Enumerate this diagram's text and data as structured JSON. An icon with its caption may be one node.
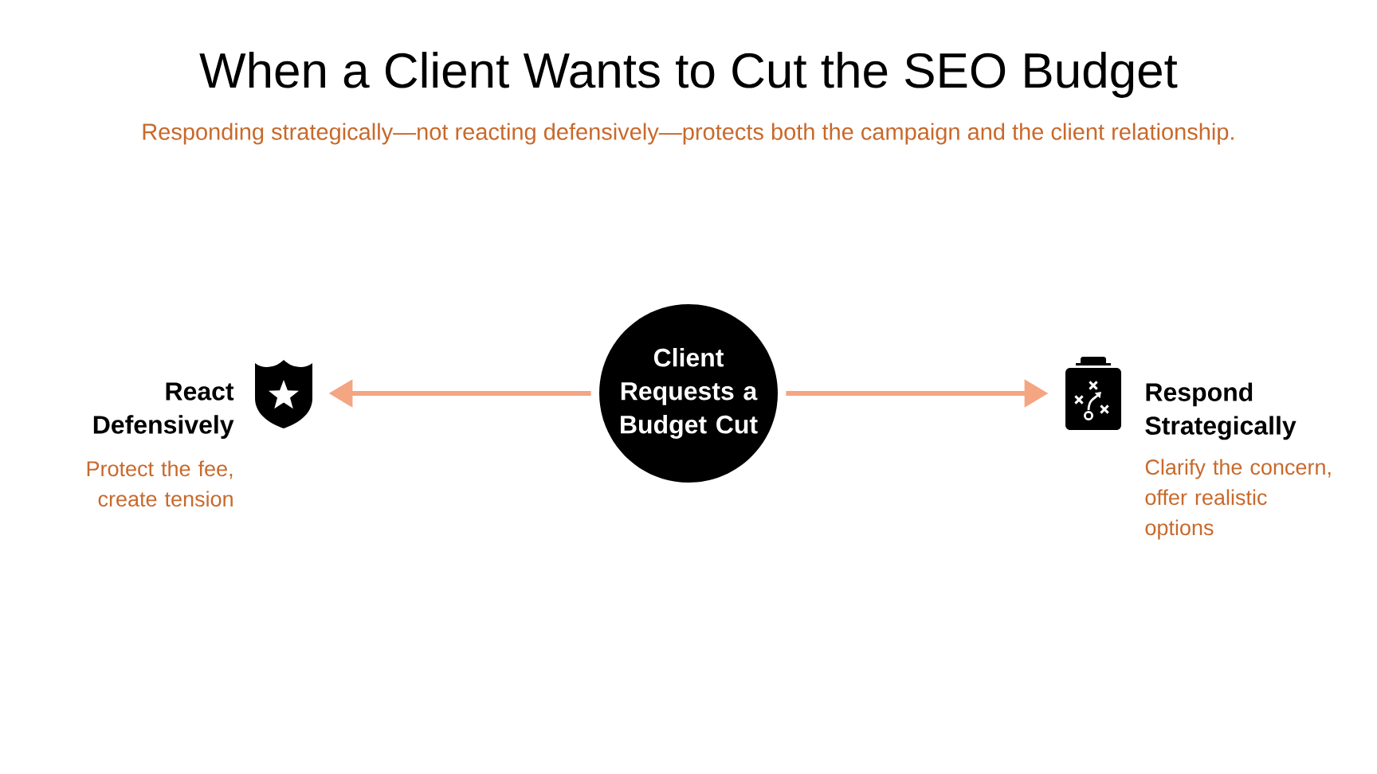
{
  "diagram": {
    "title": "When a Client Wants to Cut the SEO Budget",
    "nodes": [
      {
        "text": [],
        "shape": "picture",
        "beside": [
          "React Defensively",
          "Protect the fee, create tension"
        ]
      },
      {
        "text": [
          "Client Requests a Budget Cut"
        ]
      },
      {
        "text": [],
        "shape": "picture",
        "beside": [
          "Respond Strategically",
          "Clarify the concern, offer realistic options"
        ]
      }
    ],
    "edges": [
      {
        "from": 1,
        "to": 0,
        "arrow": "to"
      },
      {
        "from": 1,
        "to": 2,
        "arrow": "to"
      }
    ],
    "labels": [
      "Responding strategically—not reacting defensively—protects both the campaign and the client relationship."
    ]
  }
}
